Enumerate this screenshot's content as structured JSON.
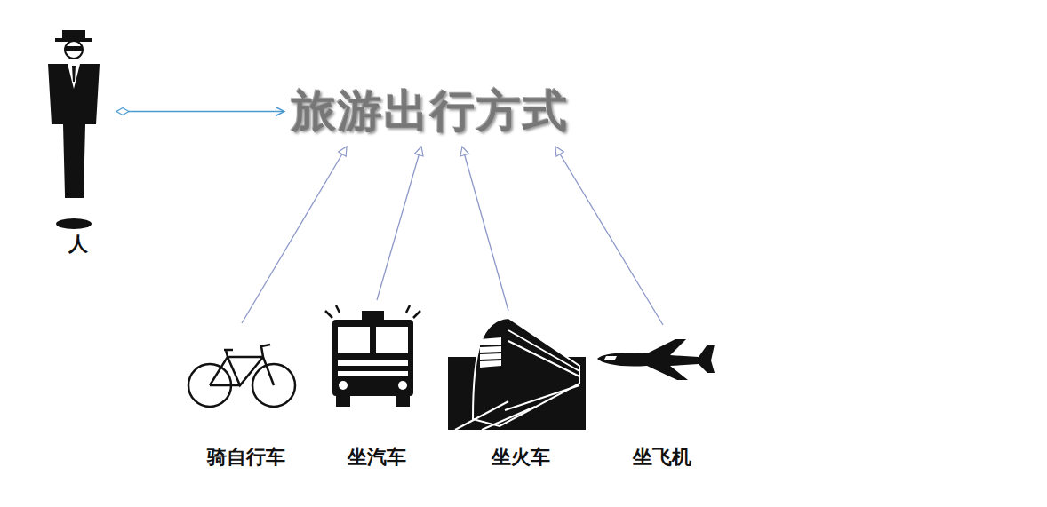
{
  "diagram": {
    "nodes": [
      {
        "text": [
          "人"
        ]
      },
      {
        "text": [
          "旅游出行方式"
        ]
      },
      {
        "text": [
          "骑自行车"
        ]
      },
      {
        "text": [
          "坐汽车"
        ]
      },
      {
        "text": [
          "坐火车"
        ]
      },
      {
        "text": [
          "坐飞机"
        ]
      }
    ],
    "edges": [
      {
        "from": 0,
        "to": 1,
        "arrow": "to"
      },
      {
        "from": 2,
        "to": 1,
        "arrow": "to"
      },
      {
        "from": 3,
        "to": 1,
        "arrow": "to"
      },
      {
        "from": 4,
        "to": 1,
        "arrow": "to"
      },
      {
        "from": 5,
        "to": 1,
        "arrow": "to"
      }
    ]
  }
}
